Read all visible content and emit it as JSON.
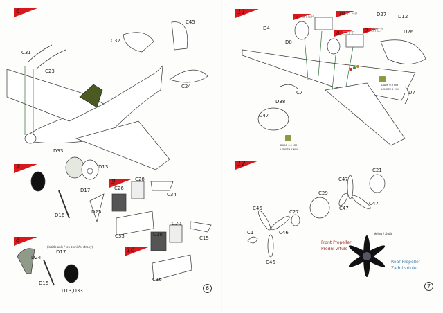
{
  "left_page": {
    "page_number": "6",
    "steps": [
      {
        "number": "6",
        "parts": [
          "C45",
          "C32",
          "C31",
          "C23",
          "C24",
          "D33"
        ]
      },
      {
        "number": "7",
        "parts": [
          "D13",
          "D17",
          "D25",
          "D16"
        ]
      },
      {
        "number": "8",
        "note": "(inside only / jen z vnitřní strany)",
        "parts": [
          "D24",
          "D17",
          "D15",
          "D13,D33"
        ]
      },
      {
        "number": "9",
        "parts": [
          "C28",
          "C26",
          "C34",
          "C33"
        ]
      },
      {
        "number": "10",
        "parts": [
          "C20",
          "C18",
          "C15",
          "C16"
        ]
      }
    ]
  },
  "right_page": {
    "page_number": "7",
    "step11": {
      "number": "11",
      "step_refs": [
        {
          "number": "7",
          "label": "STEP"
        },
        {
          "number": "10",
          "label": "STEP"
        },
        {
          "number": "8",
          "label": "STEP"
        },
        {
          "number": "9",
          "label": "STEP"
        }
      ],
      "parts": [
        "D4",
        "D8",
        "D27",
        "D12",
        "D26",
        "C7",
        "D38",
        "D7",
        "D47"
      ],
      "drill_notes": [
        {
          "diam": "DIAM. 0.3 MM",
          "length": "LENGTH 5 MM"
        },
        {
          "diam": "DIAM. 0.2 MM",
          "length": "LENGTH 2 MM"
        }
      ]
    },
    "step12": {
      "number": "12",
      "parts": [
        "C21",
        "C47",
        "C29",
        "C47",
        "C47",
        "C46",
        "C27",
        "C1",
        "C46",
        "C46"
      ],
      "color_note": "Yellow / žlutá",
      "front_propeller": {
        "en": "Front Propeller",
        "cz": "Přední vrtule"
      },
      "rear_propeller": {
        "en": "Rear Propeller",
        "cz": "Zadní vrtule"
      }
    }
  },
  "colors": {
    "step_flag": "#d8181c",
    "guide_line": "#2f6b3a",
    "drill_icon": "#8a9a40",
    "front_label": "#a0302a",
    "rear_label": "#3a7fb0"
  }
}
